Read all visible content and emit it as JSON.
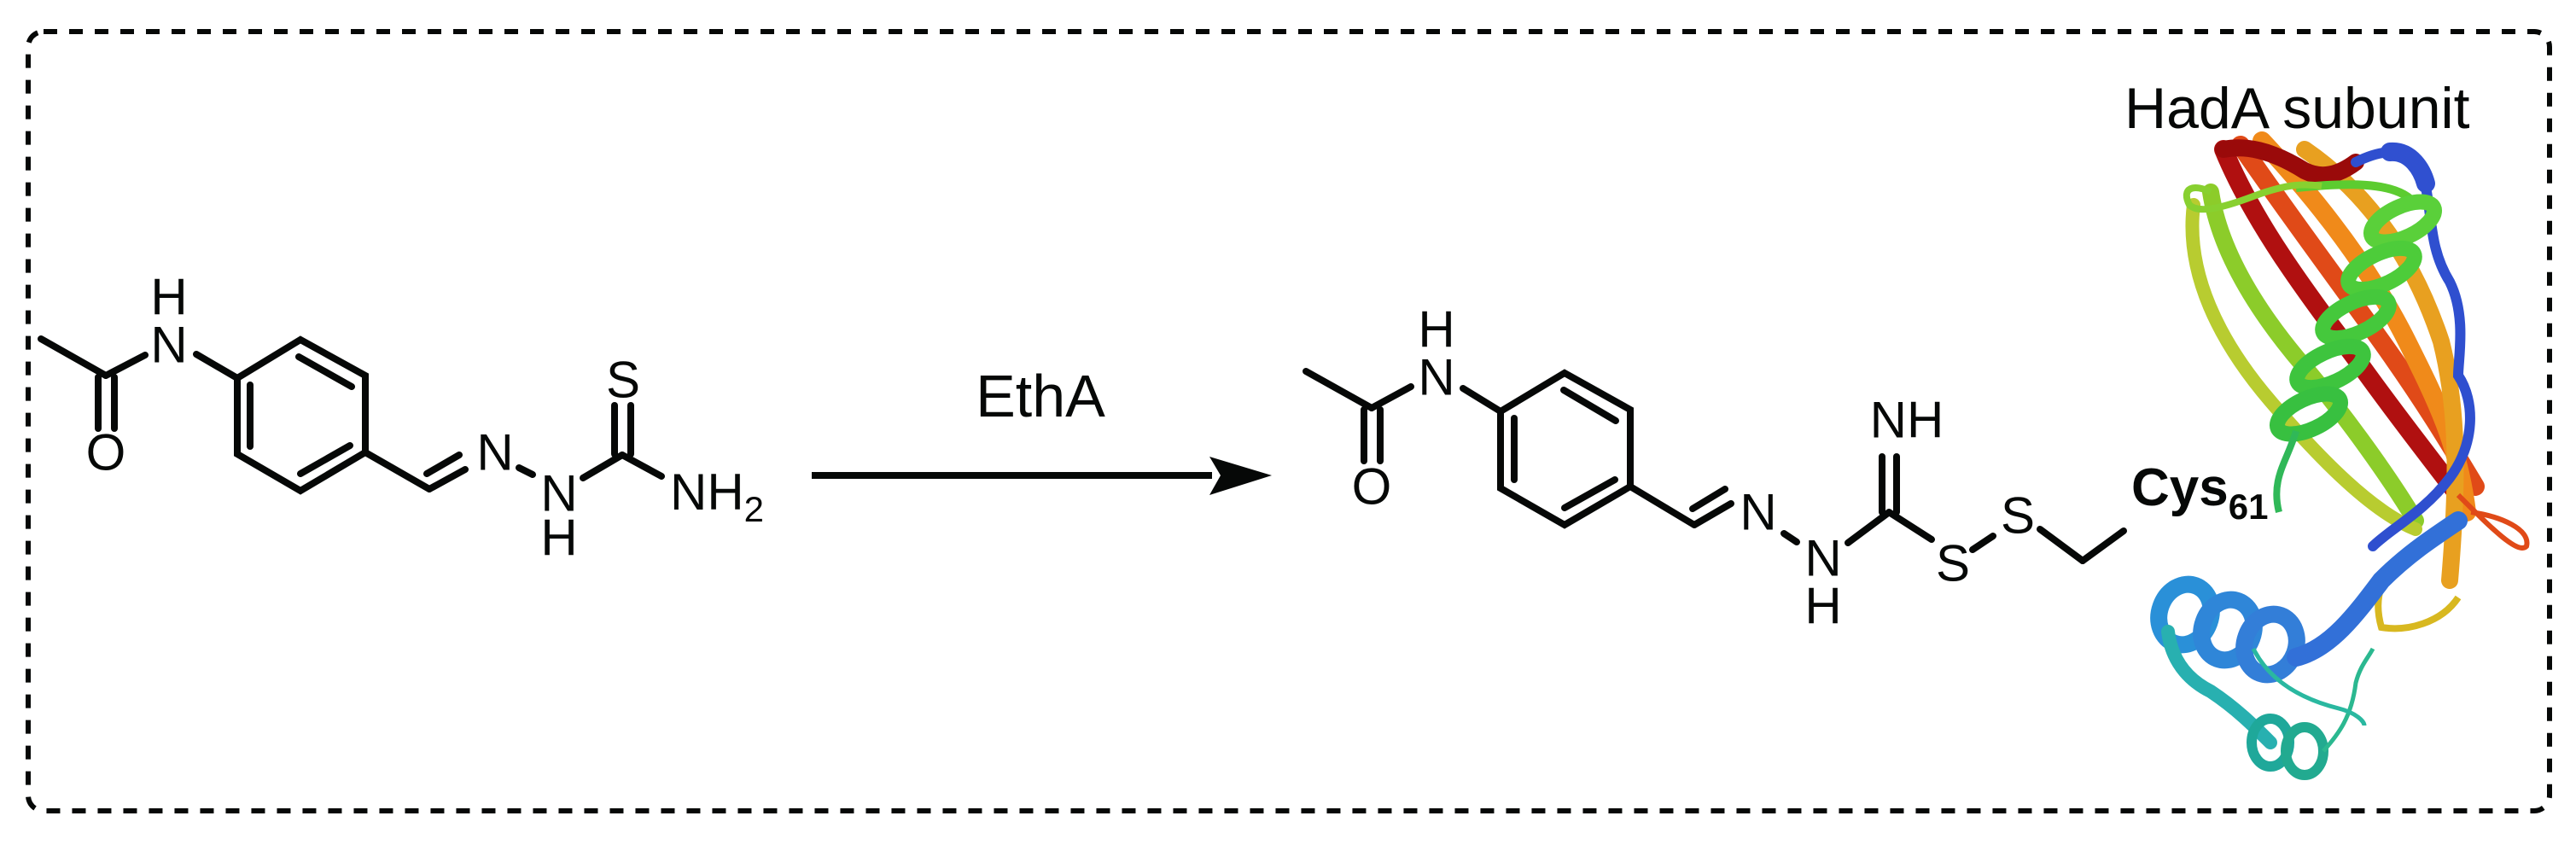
{
  "figure": {
    "frame_style": "dashed-rounded-border",
    "reactant": {
      "name": "thiosemicarbazone reactant",
      "atoms": {
        "amide_n": "N",
        "amide_h": "H",
        "carbonyl_o": "O",
        "imine_n": "N",
        "hydrazine_n": "N",
        "hydrazine_h": "H",
        "thione_s": "S",
        "amine": "NH",
        "amine_subscript": "2"
      }
    },
    "reaction_arrow": {
      "enzyme_label": "EthA"
    },
    "product": {
      "name": "disulfide adduct",
      "atoms": {
        "amide_n": "N",
        "amide_h": "H",
        "carbonyl_o": "O",
        "imine_n": "N",
        "hydrazine_n": "N",
        "hydrazine_h": "H",
        "imine_nh": "NH",
        "thiol_s1": "S",
        "thiol_s2": "S",
        "cysteine": "Cys",
        "cysteine_subscript": "61"
      }
    },
    "protein": {
      "label": "HadA subunit",
      "ribbon_colors": [
        "#1f3fbf",
        "#2f6fd8",
        "#2aa0d8",
        "#22b0a0",
        "#33c050",
        "#8ccc2a",
        "#e8c020",
        "#f08a1a",
        "#e04a18",
        "#b01010"
      ]
    }
  }
}
